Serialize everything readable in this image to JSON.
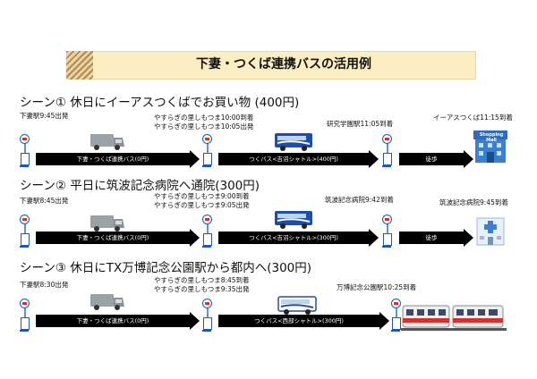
{
  "title": "下妻・つくば連携バスの活用例",
  "scenes": [
    {
      "heading": "シーン①  休日にイーアスつくばでお買い物 (400円)",
      "depart": "下妻駅9:45出発",
      "transfer_arrive": "やすらぎの里しもつま10:00到着",
      "transfer_depart": "やすらぎの里しもつま10:05出発",
      "mid_arrive": "研究学園駅11:05到着",
      "dest_arrive": "イーアスつくば11:15到着",
      "leg1": "下妻・つくば連携バス(0円)",
      "leg2": "つくバス<吉沼シャトル>(400円)",
      "leg3": "徒歩",
      "dest_sign": "Shopping Mall"
    },
    {
      "heading": "シーン②  平日に筑波記念病院へ通院(300円)",
      "depart": "下妻駅8:45出発",
      "transfer_arrive": "やすらぎの里しもつま9:00到着",
      "transfer_depart": "やすらぎの里しもつま9:05出発",
      "mid_arrive": "筑波記念病院9:42到着",
      "dest_arrive": "筑波記念病院9:45到着",
      "leg1": "下妻・つくば連携バス(0円)",
      "leg2": "つくバス<吉沼シャトル>(300円)",
      "leg3": "徒歩"
    },
    {
      "heading": "シーン③  休日にTX万博記念公園駅から都内へ(300円)",
      "depart": "下妻駅8:30出発",
      "transfer_arrive": "やすらぎの里しもつま8:45到着",
      "transfer_depart": "やすらぎの里しもつま9:35出発",
      "dest_arrive": "万博記念公園駅10:25到着",
      "leg1": "下妻・つくば連携バス(0円)",
      "leg2": "つくバス<西部シャトル>(300円)"
    }
  ],
  "colors": {
    "banner": "#fbeec3",
    "bus_body": "#9aa2a8",
    "shuttle_blue": "#1f4ea8",
    "train_red": "#d2322d",
    "stop_blue": "#1d56c0"
  }
}
